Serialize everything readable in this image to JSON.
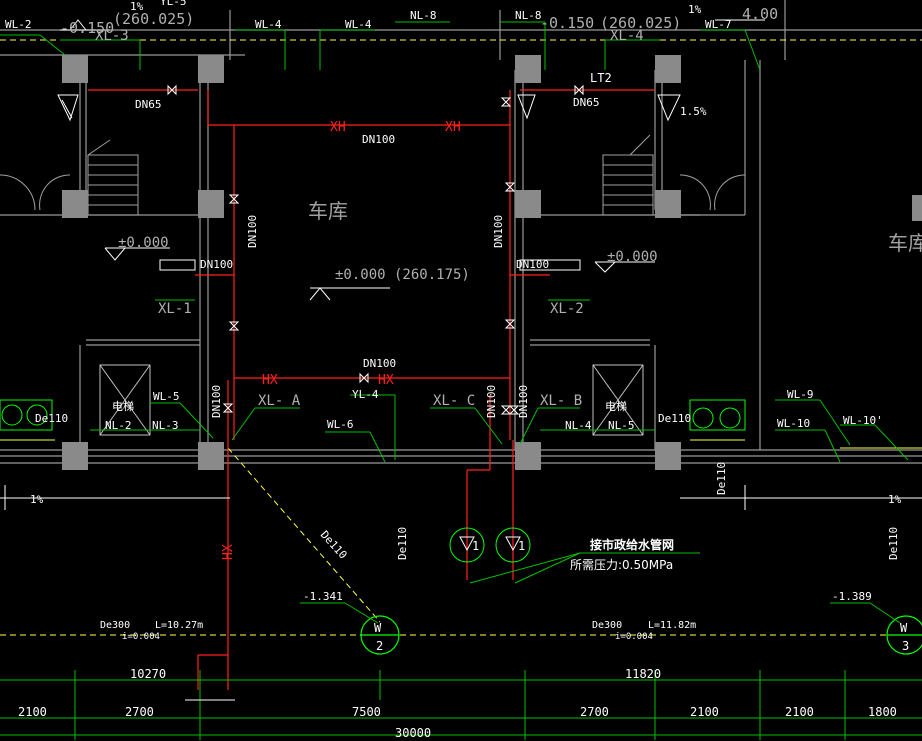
{
  "labels": {
    "wl2": "WL-2",
    "lv_top_left": "-0.150",
    "lv_top_left_abs": "(260.025)",
    "xl3": "XL-3",
    "yl5": "YL-5",
    "pct_top_left": "1%",
    "wl4a": "WL-4",
    "wl4b": "WL-4",
    "nl8a": "NL-8",
    "nl8b": "NL-8",
    "lv_top_right": "-0.150",
    "lv_top_right_abs": "(260.025)",
    "xl4": "XL-4",
    "pct_top_right": "1%",
    "wl7": "WL-7",
    "lv_400": "4.00",
    "dn65_left": "DN65",
    "dn65_right": "DN65",
    "lt2": "LT2",
    "pct_right_mid": "1.5%",
    "xh1": "XH",
    "xh2": "XH",
    "dn100_top": "DN100",
    "garage": "车库",
    "garage_right": "车库",
    "dn100_v_left": "DN100",
    "dn100_v_right": "DN100",
    "lv0_left": "±0.000",
    "lv0_right": "±0.000",
    "lv0_center": "±0.000 (260.175)",
    "dn100_left2": "DN100",
    "dn100_right2": "DN100",
    "xl1": "XL-1",
    "xl2": "XL-2",
    "elev_left": "电梯",
    "elev_right": "电梯",
    "dn100_mid": "DN100",
    "hx1": "HX",
    "hx2": "HX",
    "dn100_v3": "DN100",
    "dn100_v4": "DN100",
    "dn100_v5": "DN100",
    "wl5": "WL-5",
    "yl4": "YL-4",
    "xla": "XL- A",
    "xlc": "XL- C",
    "xlb": "XL- B",
    "de110_left": "De110",
    "nl2": "NL-2",
    "nl3": "NL-3",
    "wl6": "WL-6",
    "nl4": "NL-4",
    "nl5": "NL-5",
    "de110_right": "De110",
    "wl9": "WL-9",
    "wl10": "WL-10",
    "wl10p": "WL-10'",
    "de110_v1": "De110",
    "de110_v2": "De110",
    "de110_v3": "De110",
    "pct_bottom_left": "1%",
    "pct_bottom_right": "1%",
    "de110_diag": "De110",
    "hx_v": "HX",
    "meter1": "1",
    "meter2": "1",
    "municipal": "接市政给水管网",
    "pressure": "所需压力:0.50MPa",
    "lv_w2": "-1.341",
    "lv_w3": "-1.389",
    "w2": "W",
    "w2n": "2",
    "w3": "W",
    "w3n": "3",
    "de300_left": "De300",
    "len_left": "L=10.27m",
    "slope_left": "i=0.004",
    "de300_right": "De300",
    "len_right": "L=11.82m",
    "slope_right": "i=0.004",
    "dim_10270": "10270",
    "dim_11820": "11820"
  },
  "dims": [
    "2100",
    "2700",
    "7500",
    "2700",
    "2100",
    "2100",
    "1800"
  ],
  "total_dim": "30000",
  "colors": {
    "wall": "#808080",
    "supply": "#ff2020",
    "drain": "#ffff40",
    "leader": "#00c000",
    "text": "#ffffff",
    "column": "#808080"
  }
}
